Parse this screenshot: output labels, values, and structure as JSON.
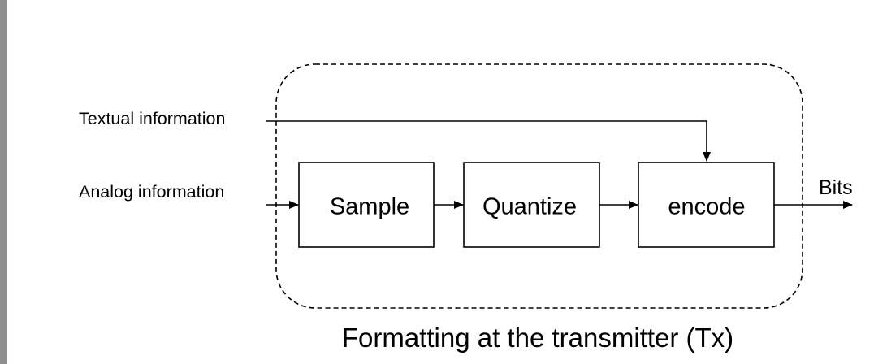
{
  "inputs": {
    "textual": "Textual information",
    "analog": "Analog information"
  },
  "blocks": {
    "sample": "Sample",
    "quantize": "Quantize",
    "encode": "encode"
  },
  "output": {
    "label": "Bits"
  },
  "caption": "Formatting at the transmitter (Tx)"
}
